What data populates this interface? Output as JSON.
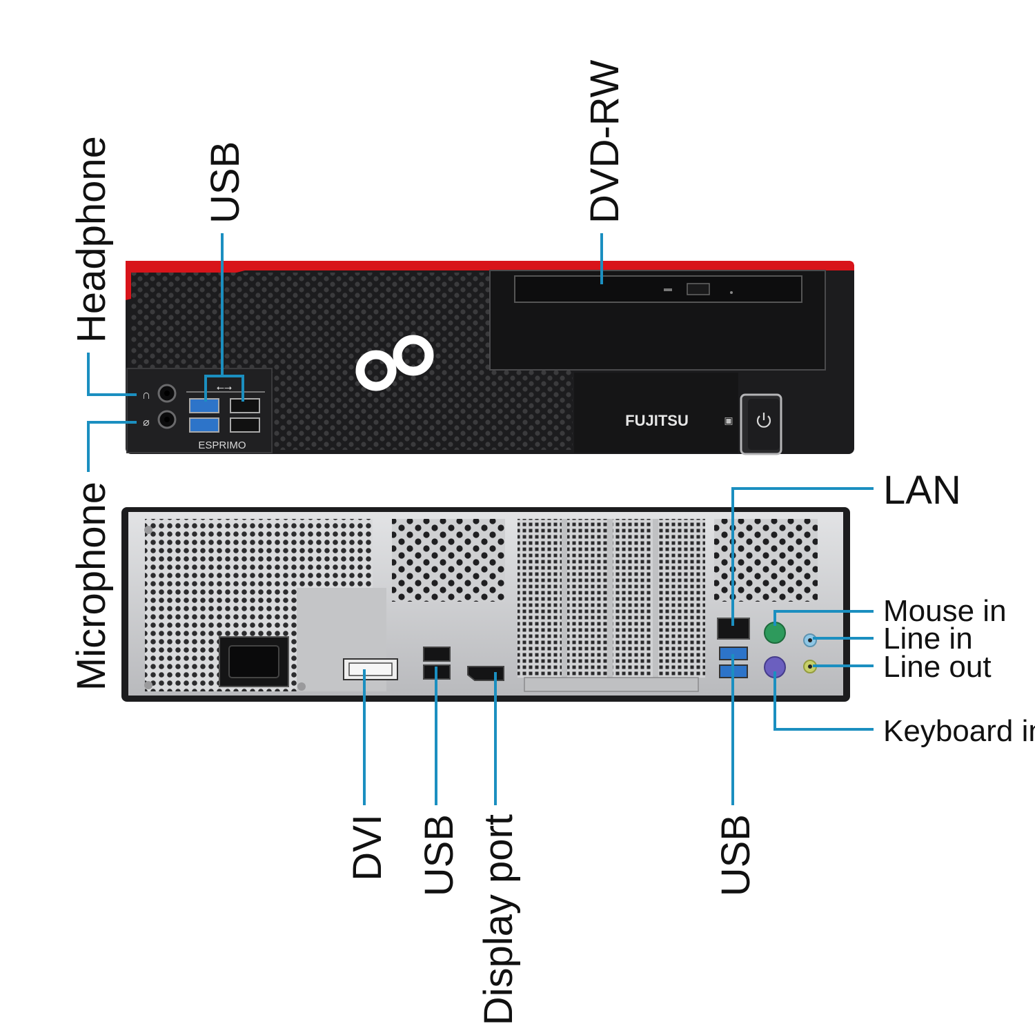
{
  "colors": {
    "callout_line": "#1b8fc0",
    "chassis_dark": "#1c1c1e",
    "accent_red": "#d8141a",
    "rear_panel_silver": "#c9cacc",
    "text": "#111111",
    "usb3_blue": "#2d74c9",
    "ps2_mouse_green": "#2e9a5c",
    "ps2_keyboard_purple": "#6b5fbf",
    "line_in_blue": "#8fc7e6",
    "line_out_lime": "#c7d06a"
  },
  "device": {
    "brand_text": "FUJITSU",
    "model_text": "ESPRIMO"
  },
  "labels": {
    "headphone": "Headphone",
    "microphone": "Microphone",
    "usb_front": "USB",
    "dvd_rw": "DVD-RW",
    "lan": "LAN",
    "mouse_in": "Mouse in",
    "line_in": "Line in",
    "line_out": "Line out",
    "keyboard_in": "Keyboard in",
    "dvi": "DVI",
    "usb_rear_left": "USB",
    "display_port": "Display port",
    "usb_rear_right": "USB"
  },
  "icons": {
    "front_panel": [
      "headphone-icon",
      "microphone-icon",
      "usb-icon",
      "power-icon",
      "hdd-activity-icon",
      "fujitsu-infinity-logo",
      "eject-button"
    ],
    "rear_panel": [
      "power-inlet",
      "dvi-port",
      "usb3-port",
      "displayport-port",
      "rj45-lan-port",
      "ps2-mouse-port",
      "ps2-keyboard-port",
      "audio-line-in-jack",
      "audio-line-out-jack"
    ]
  }
}
